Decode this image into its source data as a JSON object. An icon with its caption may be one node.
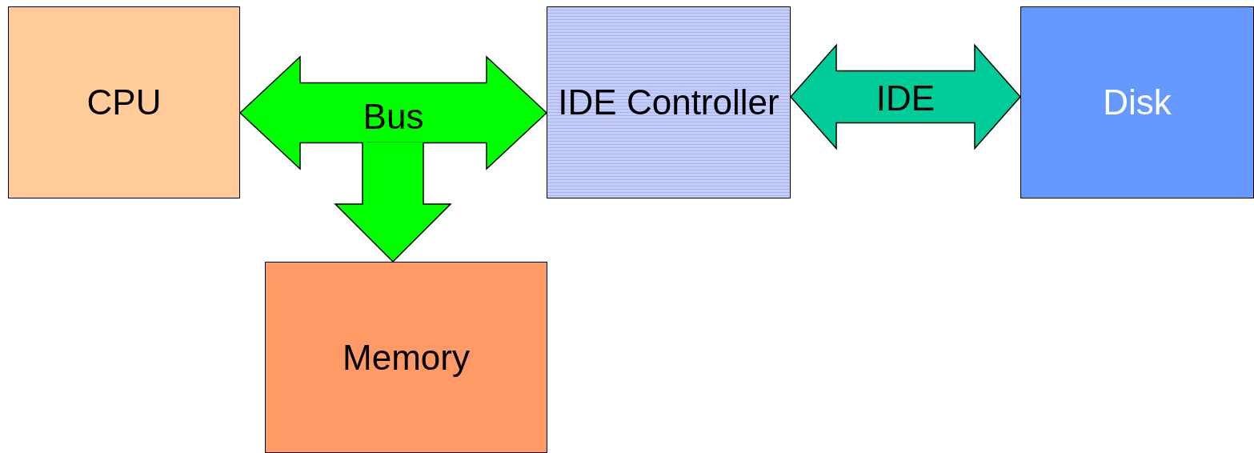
{
  "diagram": {
    "nodes": [
      {
        "text": [
          "CPU"
        ]
      },
      {
        "text": [
          "IDE Controller"
        ]
      },
      {
        "text": [
          "Disk"
        ]
      },
      {
        "text": [
          "Memory"
        ]
      }
    ],
    "edges": [
      {
        "from": 0,
        "to": 1,
        "arrow": "both",
        "label": "Bus"
      },
      {
        "from": 0,
        "to": 3,
        "arrow": "to"
      },
      {
        "from": 1,
        "to": 3,
        "arrow": "to"
      },
      {
        "from": 1,
        "to": 2,
        "arrow": "both",
        "label": "IDE",
        "color": "#00cc99"
      }
    ]
  }
}
